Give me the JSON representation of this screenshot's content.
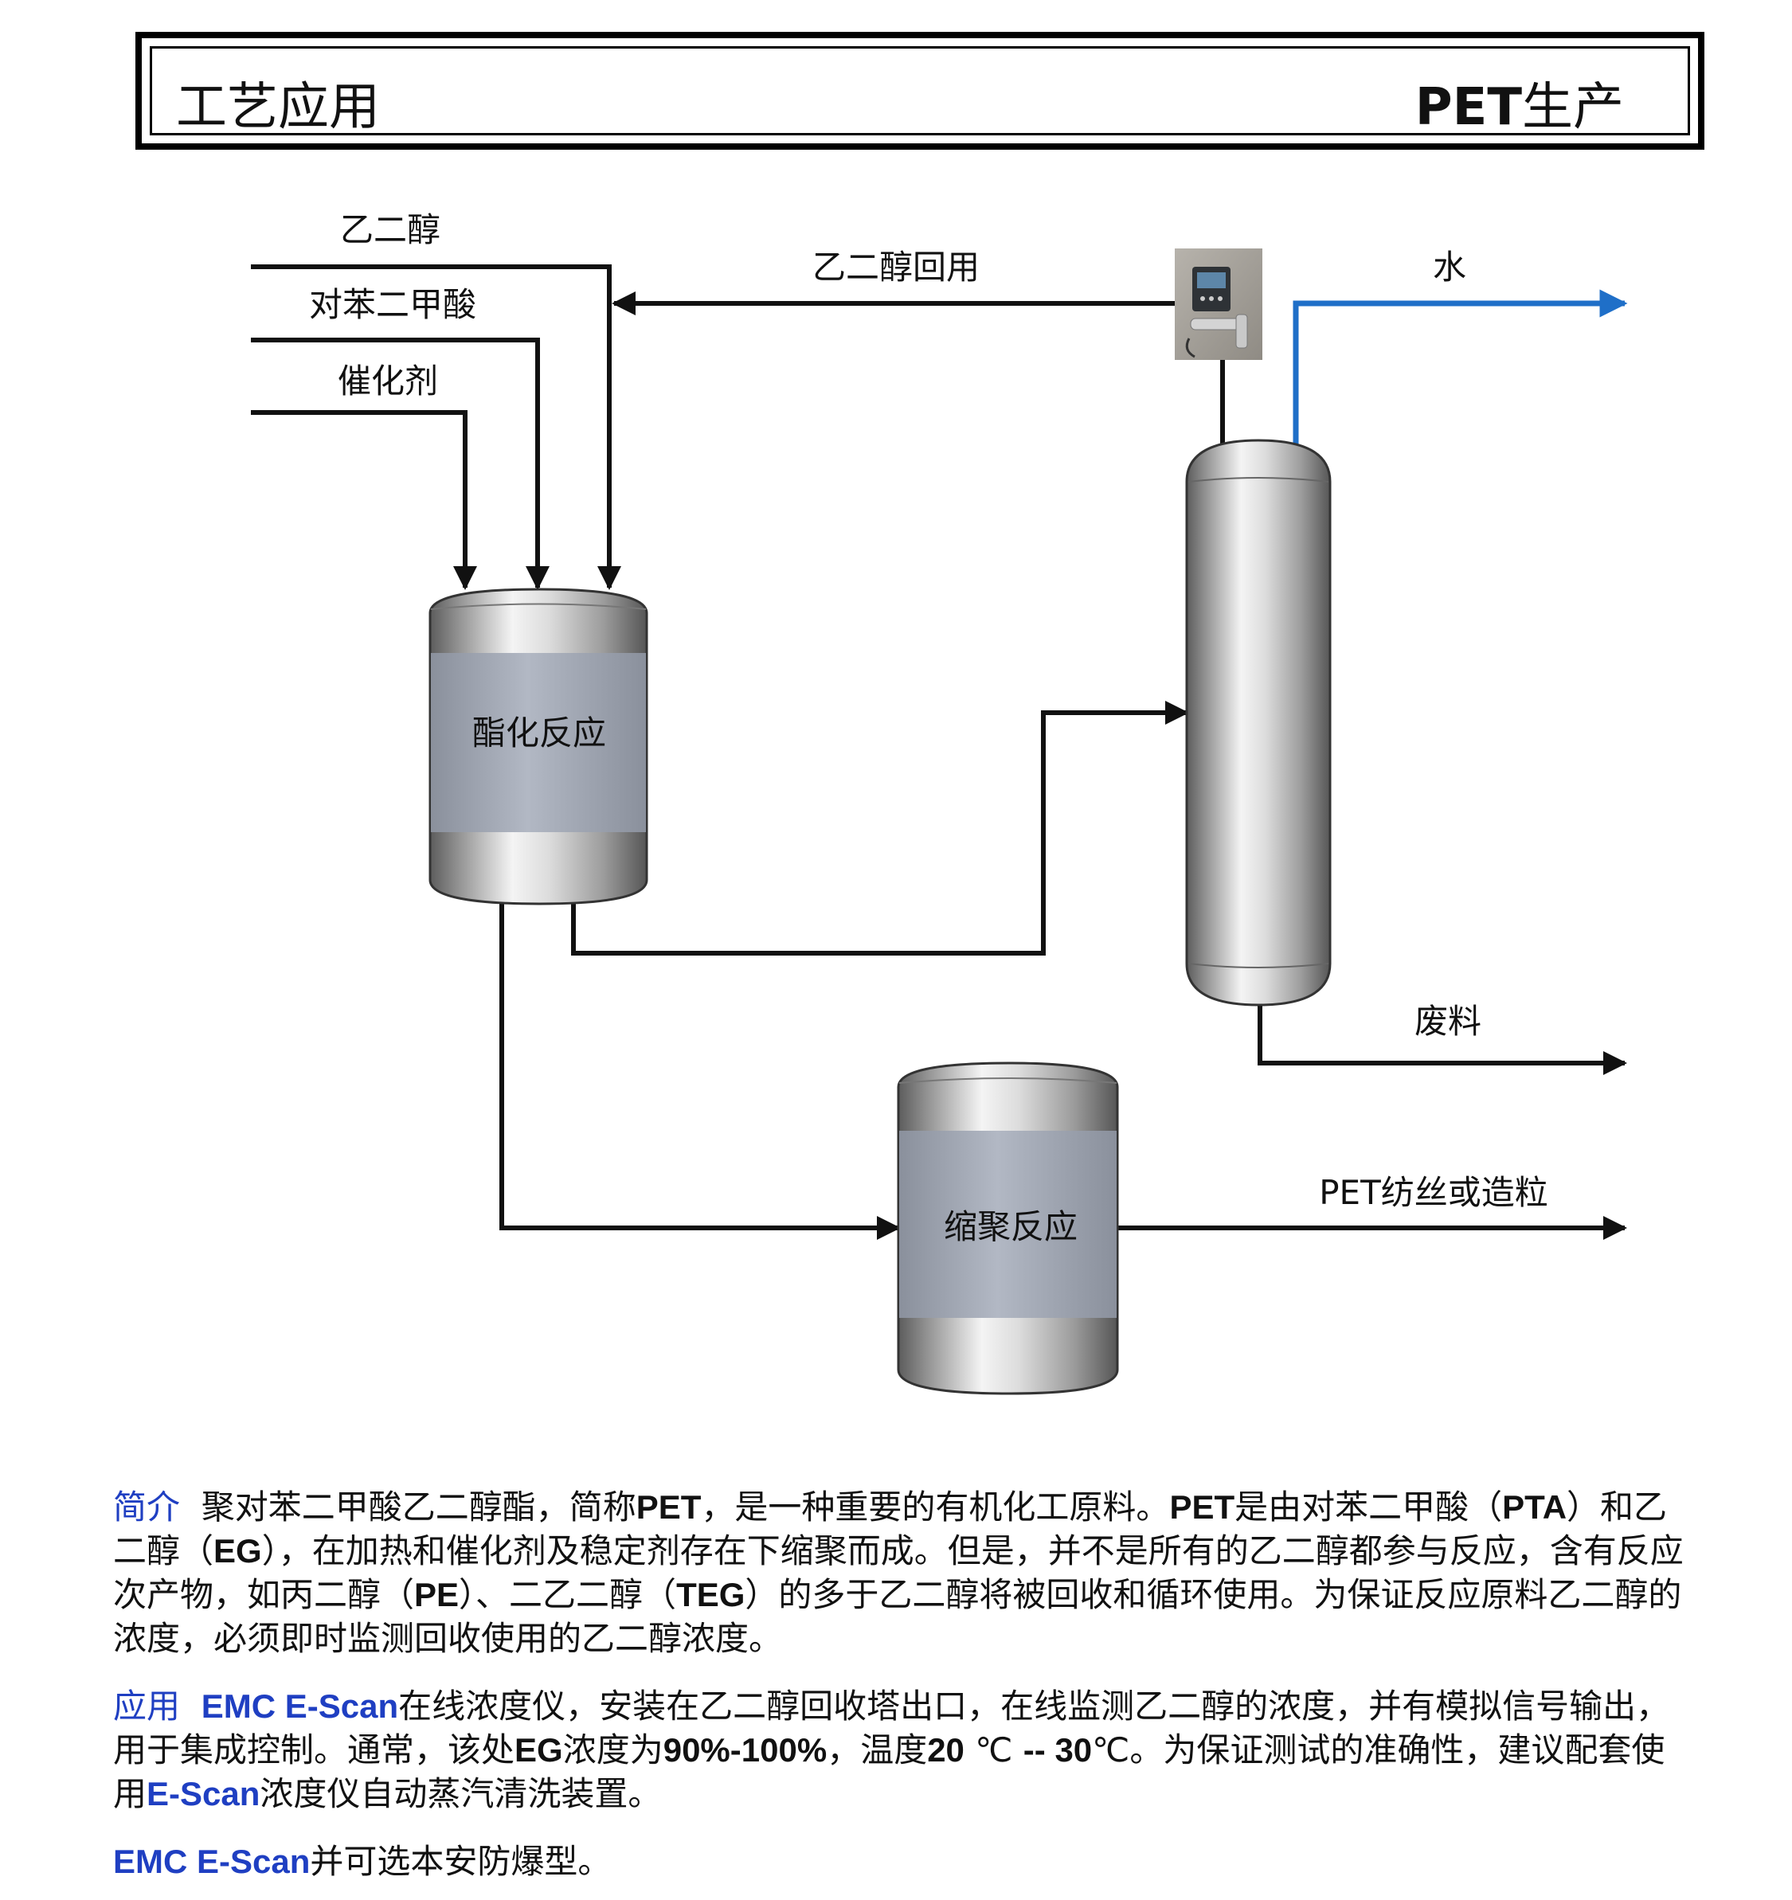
{
  "header": {
    "title": "工艺应用",
    "product_bold": "PET",
    "product_rest": "生产"
  },
  "diagram": {
    "feeds": {
      "eg": "乙二醇",
      "pta": "对苯二甲酸",
      "catalyst": "催化剂"
    },
    "recycle_label": "乙二醇回用",
    "water_label": "水",
    "waste_label": "废料",
    "product_label": "PET纺丝或造粒",
    "esterification": "酯化反应",
    "polycondensation": "缩聚反应",
    "colors": {
      "water_line": "#1f6fc8",
      "line": "#111111",
      "vessel_band": "#a5abb8"
    }
  },
  "intro": {
    "label": "简介",
    "t1": "聚对苯二甲酸乙二醇酯，简称",
    "b1": "PET",
    "t2": "，是一种重要的有机化工原料。",
    "b2": "PET",
    "t3": "是由对苯二甲酸（",
    "b3": "PTA",
    "t4": "）和乙二醇（",
    "b4": "EG",
    "t5": "），在加热和催化剂及稳定剂存在下缩聚而成。但是，并不是所有的乙二醇都参与反应，含有反应次产物，如丙二醇（",
    "b5": "PE",
    "t6": "）、二乙二醇（",
    "b6": "TEG",
    "t7": "）的多于乙二醇将被回收和循环使用。为保证反应原料乙二醇的浓度，必须即时监测回收使用的乙二醇浓度。"
  },
  "application": {
    "label": "应用",
    "brand": "EMC E-Scan",
    "t1": "在线浓度仪，安装在乙二醇回收塔出口，在线监测乙二醇的浓度，并有模拟信号输出，用于集成控制。通常，该处",
    "b1": "EG",
    "t2": "浓度为",
    "b2": "90%-100%",
    "t3": "，温度",
    "b3": "20",
    "t4": " ℃ ",
    "b4": "-- 30",
    "t5": "℃。为保证测试的准确性，建议配套使用",
    "b5": "E-Scan",
    "t6": "浓度仪自动蒸汽清洗装置。"
  },
  "note": {
    "brand": "EMC E-Scan",
    "text": "并可选本安防爆型。"
  }
}
